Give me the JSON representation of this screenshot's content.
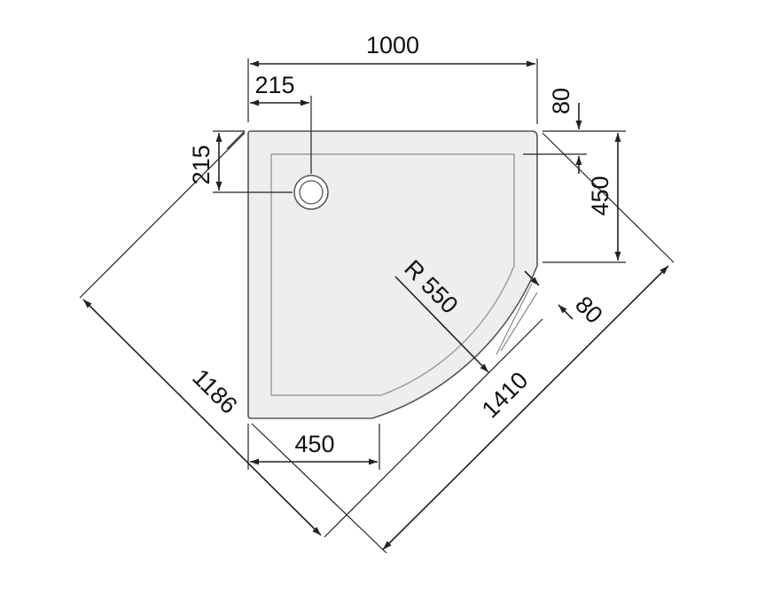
{
  "colors": {
    "tray_fill": "#eeeeef",
    "tray_stroke": "#555555",
    "inner_stroke": "#9a9a9a",
    "line": "#222222"
  },
  "dimensions": {
    "width_total": "1000",
    "drain_offset_x": "215",
    "drain_offset_y": "215",
    "rim_top": "80",
    "straight_right": "450",
    "radius": "R 550",
    "rim_diagonal": "80",
    "diagonal_long": "1410",
    "diagonal_short": "1186",
    "straight_bottom": "450"
  },
  "icons": {
    "drain": "drain-circle-icon"
  }
}
